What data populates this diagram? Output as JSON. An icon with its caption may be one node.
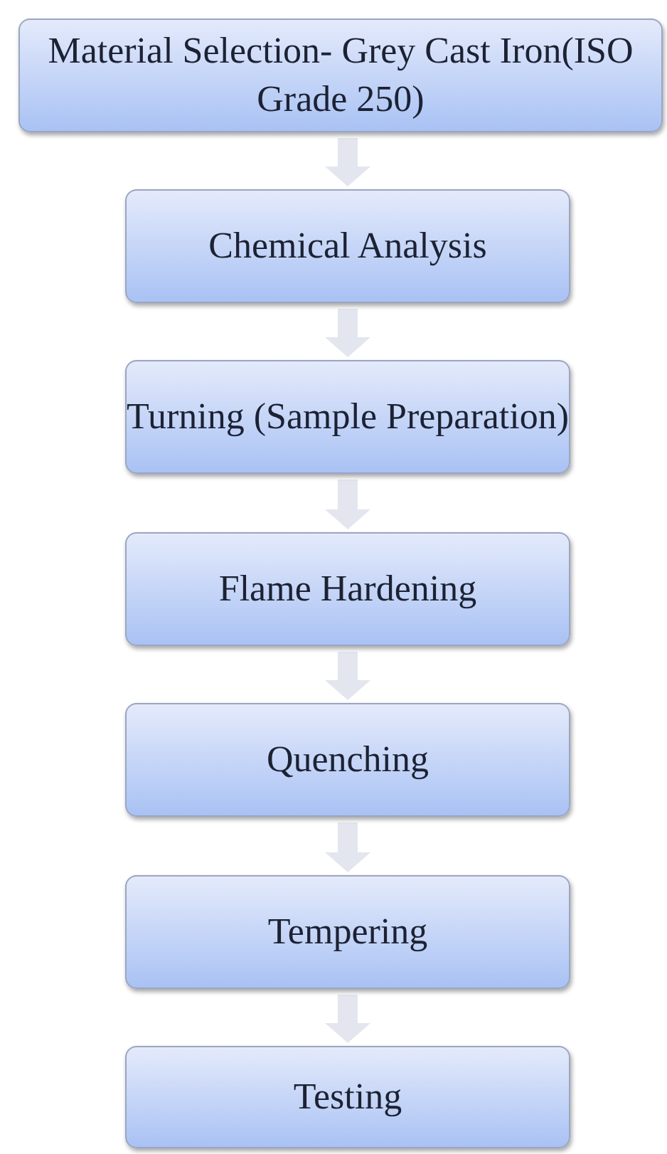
{
  "diagram": {
    "nodes": [
      {
        "text": [
          "Material Selection- Grey Cast Iron(ISO Grade 250)"
        ]
      },
      {
        "text": [
          "Chemical Analysis"
        ]
      },
      {
        "text": [
          "Turning (Sample Preparation)"
        ]
      },
      {
        "text": [
          "Flame Hardening"
        ]
      },
      {
        "text": [
          "Quenching"
        ]
      },
      {
        "text": [
          "Tempering"
        ]
      },
      {
        "text": [
          "Testing"
        ]
      }
    ],
    "edges": [
      {
        "from": 0,
        "to": 1,
        "arrow": "to"
      },
      {
        "from": 1,
        "to": 2,
        "arrow": "to"
      },
      {
        "from": 2,
        "to": 3,
        "arrow": "to"
      },
      {
        "from": 3,
        "to": 4,
        "arrow": "to"
      },
      {
        "from": 4,
        "to": 5,
        "arrow": "to"
      },
      {
        "from": 5,
        "to": 6,
        "arrow": "to"
      }
    ]
  }
}
